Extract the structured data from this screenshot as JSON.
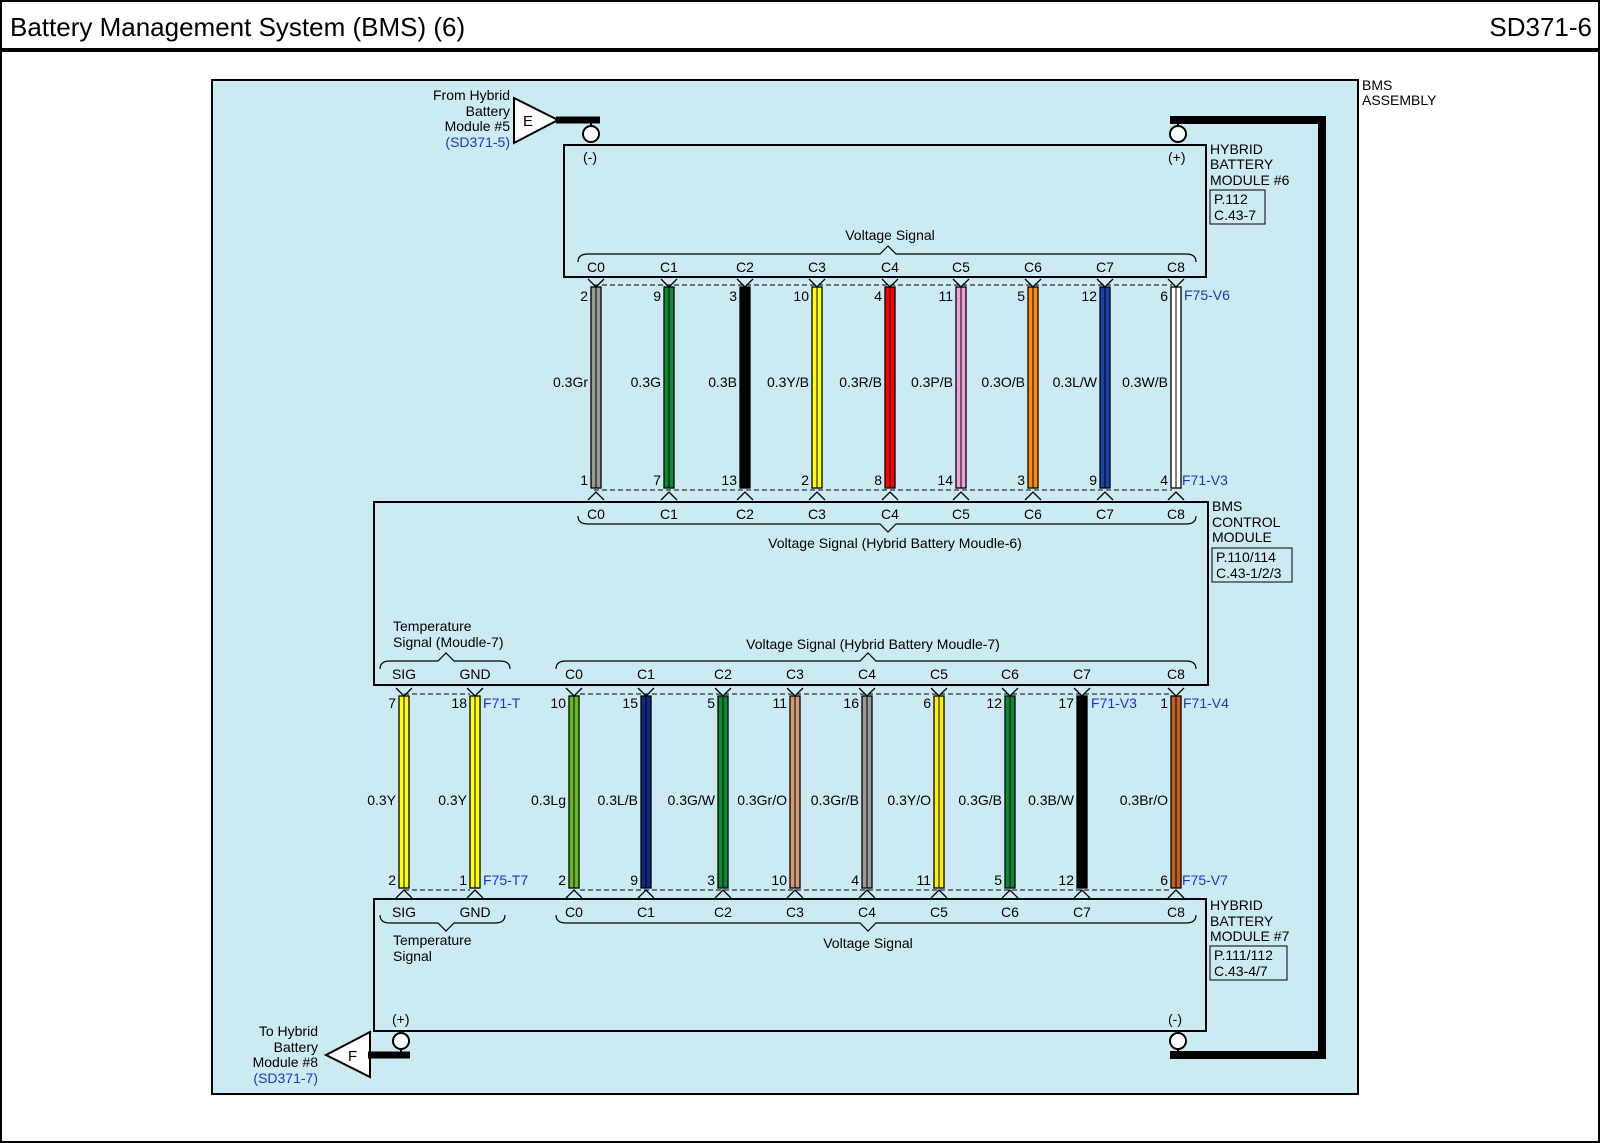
{
  "header": {
    "title": "Battery Management System (BMS) (6)",
    "code": "SD371-6"
  },
  "assembly_label": [
    "BMS",
    "ASSEMBLY"
  ],
  "from_connector": {
    "letter": "E",
    "lines": [
      "From Hybrid",
      "Battery",
      "Module #5"
    ],
    "ref": "(SD371-5)"
  },
  "to_connector": {
    "letter": "F",
    "lines": [
      "To Hybrid",
      "Battery",
      "Module #8"
    ],
    "ref": "(SD371-7)"
  },
  "module6": {
    "label": [
      "HYBRID",
      "BATTERY",
      "MODULE #6"
    ],
    "ref": [
      "P.112",
      "C.43-7"
    ],
    "neg": "(-)",
    "pos": "(+)",
    "group_label": "Voltage Signal",
    "pins": [
      "C0",
      "C1",
      "C2",
      "C3",
      "C4",
      "C5",
      "C6",
      "C7",
      "C8"
    ]
  },
  "bms_control": {
    "label": [
      "BMS",
      "CONTROL",
      "MODULE"
    ],
    "ref": [
      "P.110/114",
      "C.43-1/2/3"
    ],
    "top_group_label": "Voltage Signal (Hybrid Battery Moudle-6)",
    "top_pins": [
      "C0",
      "C1",
      "C2",
      "C3",
      "C4",
      "C5",
      "C6",
      "C7",
      "C8"
    ],
    "temp_group_label": [
      "Temperature",
      "Signal (Moudle-7)"
    ],
    "temp_pins": [
      "SIG",
      "GND"
    ],
    "bottom_group_label": "Voltage Signal (Hybrid Battery Moudle-7)",
    "bottom_pins": [
      "C0",
      "C1",
      "C2",
      "C3",
      "C4",
      "C5",
      "C6",
      "C7",
      "C8"
    ]
  },
  "module7": {
    "label": [
      "HYBRID",
      "BATTERY",
      "MODULE #7"
    ],
    "ref": [
      "P.111/112",
      "C.43-4/7"
    ],
    "pos": "(+)",
    "neg": "(-)",
    "temp_pins": [
      "SIG",
      "GND"
    ],
    "temp_group_label": [
      "Temperature",
      "Signal"
    ],
    "pins": [
      "C0",
      "C1",
      "C2",
      "C3",
      "C4",
      "C5",
      "C6",
      "C7",
      "C8"
    ],
    "group_label": "Voltage Signal"
  },
  "connectors": {
    "f75_v6": "F75-V6",
    "f71_v3_top": "F71-V3",
    "f71_t": "F71-T",
    "f71_v3_bottom": "F71-V3",
    "f71_v4": "F71-V4",
    "f75_t7": "F75-T7",
    "f75_v7": "F75-V7"
  },
  "upper_wires": [
    {
      "label": "0.3Gr",
      "top_pin": "2",
      "bottom_pin": "1",
      "color": "#999999"
    },
    {
      "label": "0.3G",
      "top_pin": "9",
      "bottom_pin": "7",
      "color": "#0a8a36"
    },
    {
      "label": "0.3B",
      "top_pin": "3",
      "bottom_pin": "13",
      "color": "#000000"
    },
    {
      "label": "0.3Y/B",
      "top_pin": "10",
      "bottom_pin": "2",
      "color": "#ffff00"
    },
    {
      "label": "0.3R/B",
      "top_pin": "4",
      "bottom_pin": "8",
      "color": "#ff0000"
    },
    {
      "label": "0.3P/B",
      "top_pin": "11",
      "bottom_pin": "14",
      "color": "#f2a0d8"
    },
    {
      "label": "0.3O/B",
      "top_pin": "5",
      "bottom_pin": "3",
      "color": "#ff8c00"
    },
    {
      "label": "0.3L/W",
      "top_pin": "12",
      "bottom_pin": "9",
      "color": "#1844b0"
    },
    {
      "label": "0.3W/B",
      "top_pin": "6",
      "bottom_pin": "4",
      "color": "#ffffff"
    }
  ],
  "temp_wires": [
    {
      "label": "0.3Y",
      "top_pin": "7",
      "bottom_pin": "2",
      "color": "#ffff00"
    },
    {
      "label": "0.3Y",
      "top_pin": "18",
      "bottom_pin": "1",
      "color": "#ffff00"
    }
  ],
  "lower_wires": [
    {
      "label": "0.3Lg",
      "top_pin": "10",
      "bottom_pin": "2",
      "color": "#66bb22"
    },
    {
      "label": "0.3L/B",
      "top_pin": "15",
      "bottom_pin": "9",
      "color": "#102a80"
    },
    {
      "label": "0.3G/W",
      "top_pin": "5",
      "bottom_pin": "3",
      "color": "#0a8a36"
    },
    {
      "label": "0.3Gr/O",
      "top_pin": "11",
      "bottom_pin": "10",
      "color": "#d49a72"
    },
    {
      "label": "0.3Gr/B",
      "top_pin": "16",
      "bottom_pin": "4",
      "color": "#999999"
    },
    {
      "label": "0.3Y/O",
      "top_pin": "6",
      "bottom_pin": "11",
      "color": "#ffee00"
    },
    {
      "label": "0.3G/B",
      "top_pin": "12",
      "bottom_pin": "5",
      "color": "#0a8a36"
    },
    {
      "label": "0.3B/W",
      "top_pin": "17",
      "bottom_pin": "12",
      "color": "#000000"
    },
    {
      "label": "0.3Br/O",
      "top_pin": "1",
      "bottom_pin": "6",
      "color": "#c06020"
    }
  ]
}
